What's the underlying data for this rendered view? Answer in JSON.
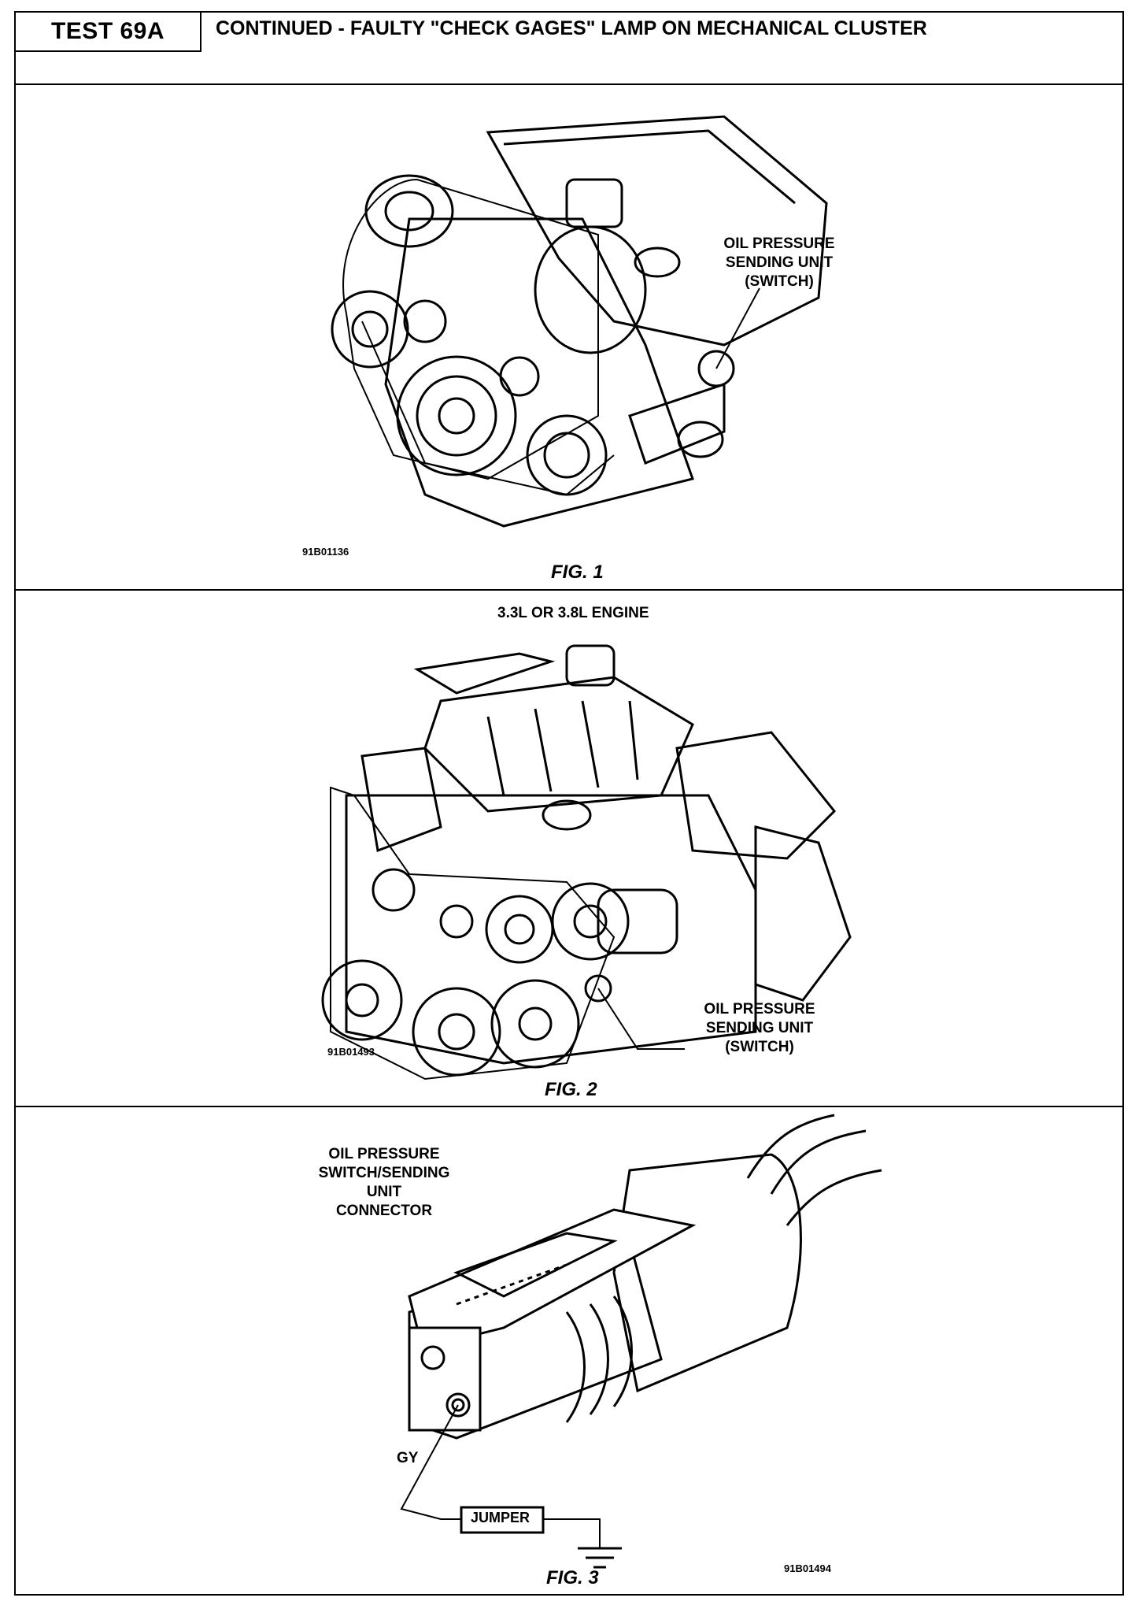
{
  "header": {
    "test_id": "TEST 69A",
    "title": "CONTINUED - FAULTY \"CHECK GAGES\" LAMP ON MECHANICAL CLUSTER"
  },
  "fig1": {
    "caption": "FIG. 1",
    "image_code": "91B01136",
    "callout": [
      "OIL PRESSURE",
      "SENDING UNIT",
      "(SWITCH)"
    ]
  },
  "fig2": {
    "heading": "3.3L OR 3.8L ENGINE",
    "caption": "FIG. 2",
    "image_code": "91B01493",
    "callout": [
      "OIL PRESSURE",
      "SENDING UNIT",
      "(SWITCH)"
    ]
  },
  "fig3": {
    "caption": "FIG. 3",
    "image_code": "91B01494",
    "callout": [
      "OIL PRESSURE",
      "SWITCH/SENDING",
      "UNIT",
      "CONNECTOR"
    ],
    "wire_label": "GY",
    "jumper_label": "JUMPER"
  }
}
